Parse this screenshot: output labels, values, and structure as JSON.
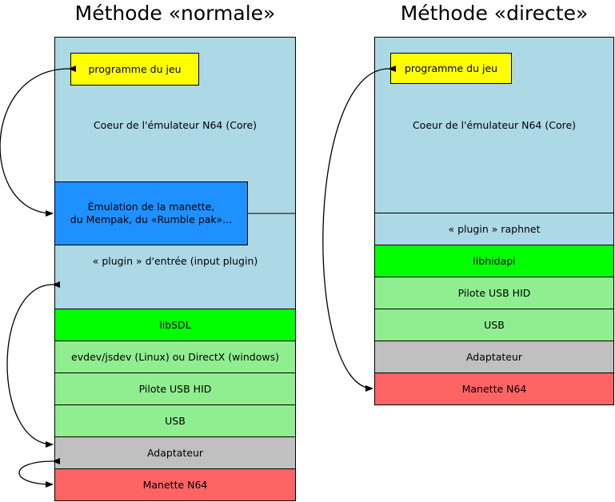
{
  "left": {
    "title": "Méthode «normale»",
    "game": "programme du jeu",
    "core": "Coeur de l'émulateur N64 (Core)",
    "emulation": "Émulation de la manette,\ndu Mempak, du «Rumble pak»...",
    "plugin": "« plugin » d'entrée (input plugin)",
    "layers": [
      "libSDL",
      "evdev/jsdev (Linux) ou DirectX (windows)",
      "Pilote USB HID",
      "USB",
      "Adaptateur",
      "Manette N64"
    ]
  },
  "right": {
    "title": "Méthode «directe»",
    "game": "programme du jeu",
    "core": "Coeur de l'émulateur N64 (Core)",
    "plugin": "« plugin » raphnet",
    "layers": [
      "libhidapi",
      "Pilote USB HID",
      "USB",
      "Adaptateur",
      "Manette N64"
    ]
  },
  "colors": {
    "core": "#add8e6",
    "game": "#ffff00",
    "emulation": "#1e90ff",
    "lib": "#00ff00",
    "driver": "#90ee90",
    "adapter": "#c0c0c0",
    "controller": "#ff6464"
  }
}
